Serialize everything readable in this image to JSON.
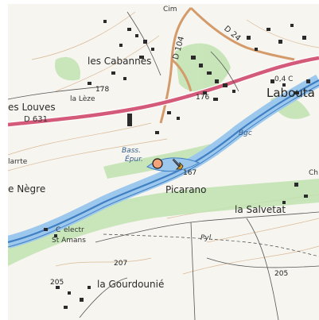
{
  "map": {
    "colors": {
      "background": "#f6f5ef",
      "road_main": "#d45a7a",
      "road_secondary": "#d49a6a",
      "river": "#3f7fc2",
      "river_light": "#9dc8ee",
      "vegetation": "#bfe3b0",
      "building": "#2b2b2b",
      "contour": "#d7b28d",
      "marker_circle": "#f4a27a",
      "marker_arrow": "#f2a81d"
    },
    "labels": {
      "cim": "Cim",
      "d104": "D 104",
      "d24": "D 24",
      "les_cabannes": "les Cabannes",
      "laboutarie": "Labouta",
      "d4c": "0,4 C",
      "les_louves": "es Louves",
      "la_leze": "la Lèze",
      "spot_178": "178",
      "d631": "D 631",
      "spot_176": "176",
      "bgc": "Bgc",
      "bass_epur_1": "Bass.",
      "bass_epur_2": "Épur.",
      "larrte": "larrte",
      "negre": "e Nègre",
      "spot_167": "167",
      "picarano": "Picarano",
      "la_salvetat": "la Salvetat",
      "ch": "Ch",
      "centr_electr": "C",
      "electr": "electr",
      "st_amans": "S‍t Amans",
      "spot_207": "207",
      "pyl": "Pyl.",
      "spot_205a": "205",
      "spot_205b": "205",
      "la_gourdounie": "la Gourdounié"
    },
    "icons": {
      "location_marker": "location-circle-icon",
      "direction_arrow": "arrow-down-right-icon"
    }
  }
}
